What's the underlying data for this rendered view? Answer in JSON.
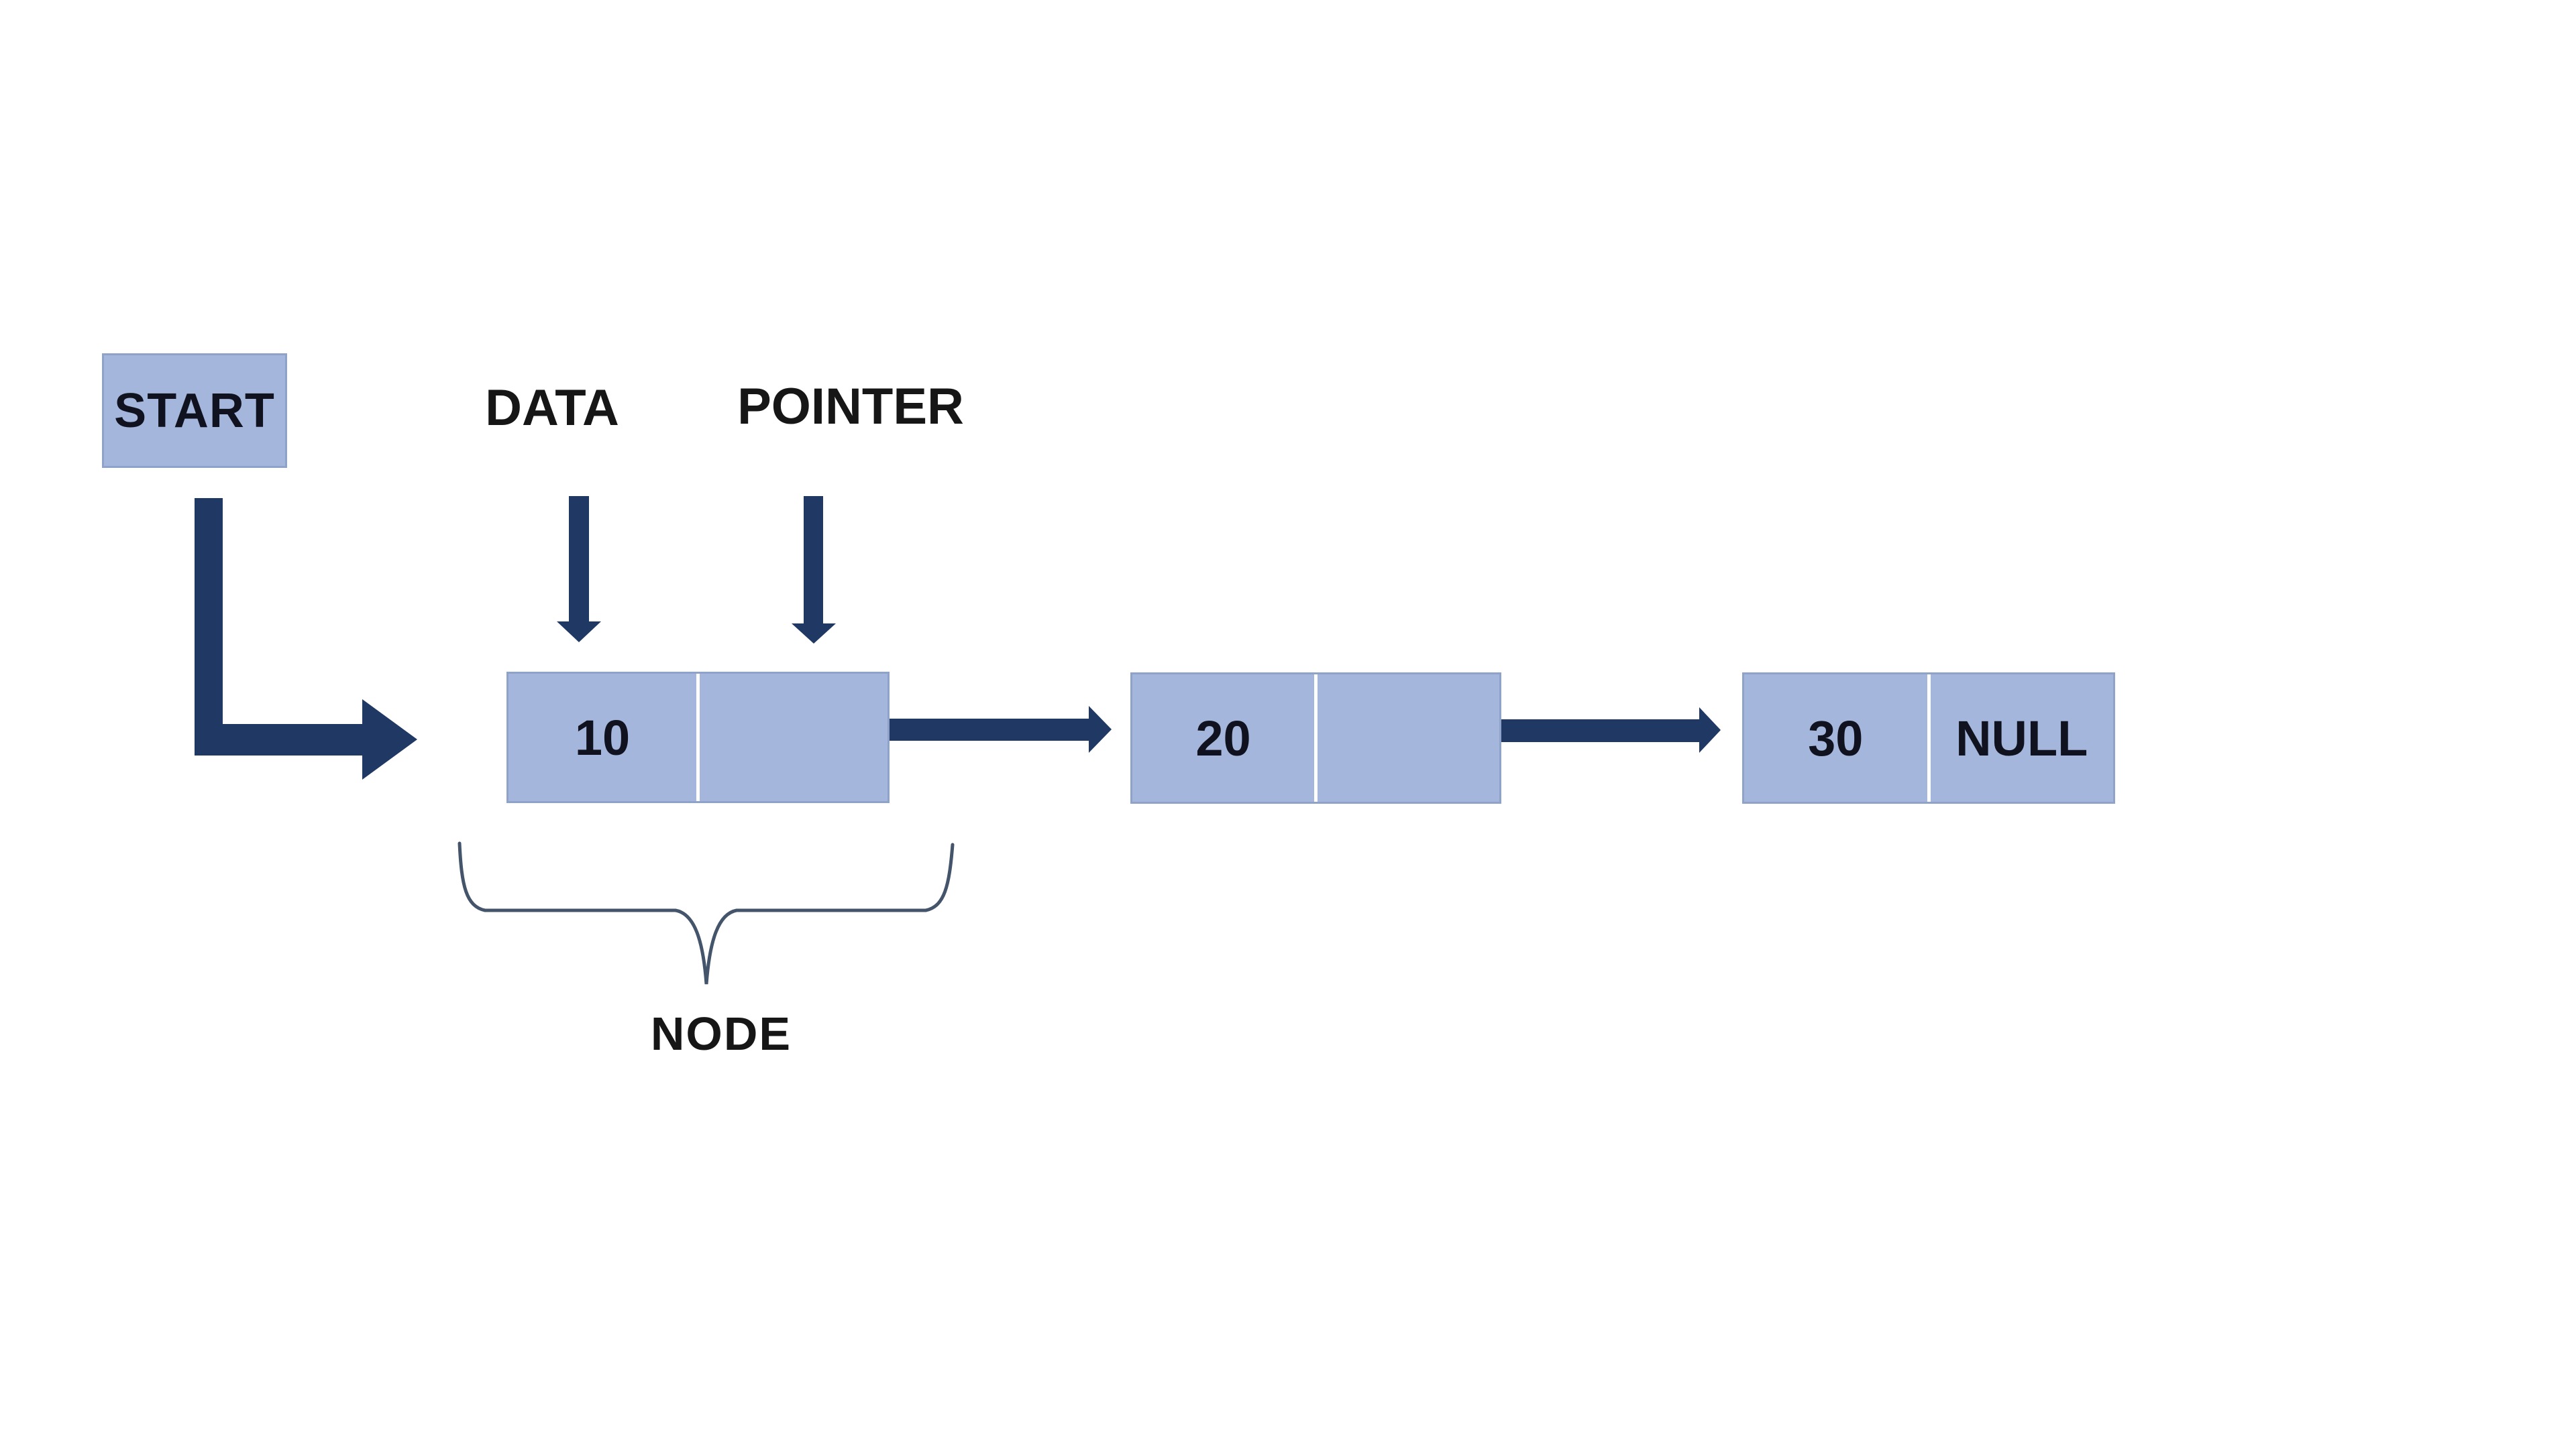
{
  "diagram": {
    "start_label": "START",
    "field_labels": {
      "data": "DATA",
      "pointer": "POINTER"
    },
    "node_caption": "NODE",
    "nodes": [
      {
        "data": "10",
        "pointer": ""
      },
      {
        "data": "20",
        "pointer": ""
      },
      {
        "data": "30",
        "pointer": "NULL"
      }
    ]
  },
  "colors": {
    "bg": "#ffffff",
    "node-fill": "#a4b6db",
    "node-border": "#8fa2c8",
    "arrow": "#1f3864",
    "brace": "#44546a",
    "text-dark": "#10131f"
  }
}
